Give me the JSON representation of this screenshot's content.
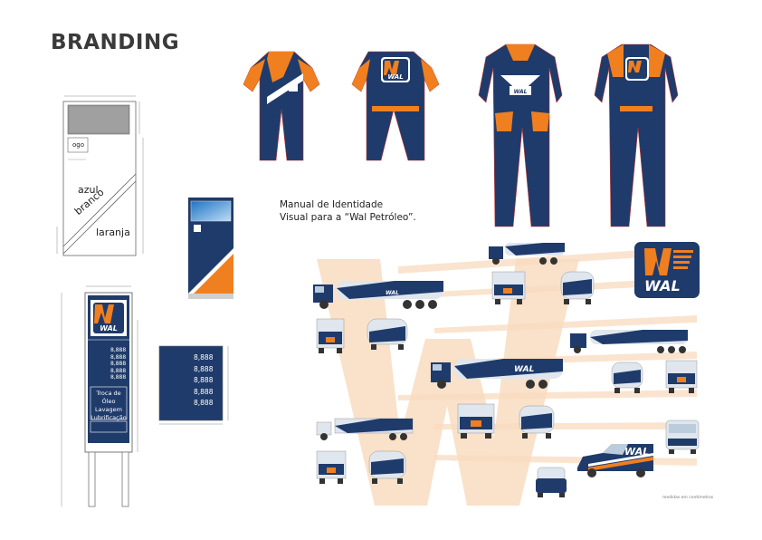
{
  "page": {
    "title": "BRANDING"
  },
  "caption": {
    "line1": "Manual de Identidade",
    "line2": "Visual para a “Wal Petróleo”."
  },
  "brand": {
    "name": "WAL",
    "colors": {
      "blue": "#1f3b6b",
      "orange": "#f07f1f",
      "cream": "#f9dcc0"
    }
  },
  "color_diagram": {
    "logo_label": "ogo",
    "labels": [
      "azul",
      "branco",
      "laranja"
    ]
  },
  "sign_totem": {
    "price_rows": [
      "8,888",
      "8,888",
      "8,888",
      "8,888",
      "8,888"
    ],
    "services": [
      "Troca de Óleo",
      "Lavagem",
      "Lubrificação"
    ]
  },
  "price_panel": {
    "rows": [
      "8,888",
      "8,888",
      "8,888",
      "8,888",
      "8,888"
    ]
  },
  "footnote": "medidas em centímetros",
  "icons": [
    "truck-icon",
    "van-icon",
    "car-icon",
    "coverall-icon",
    "logo-icon"
  ]
}
